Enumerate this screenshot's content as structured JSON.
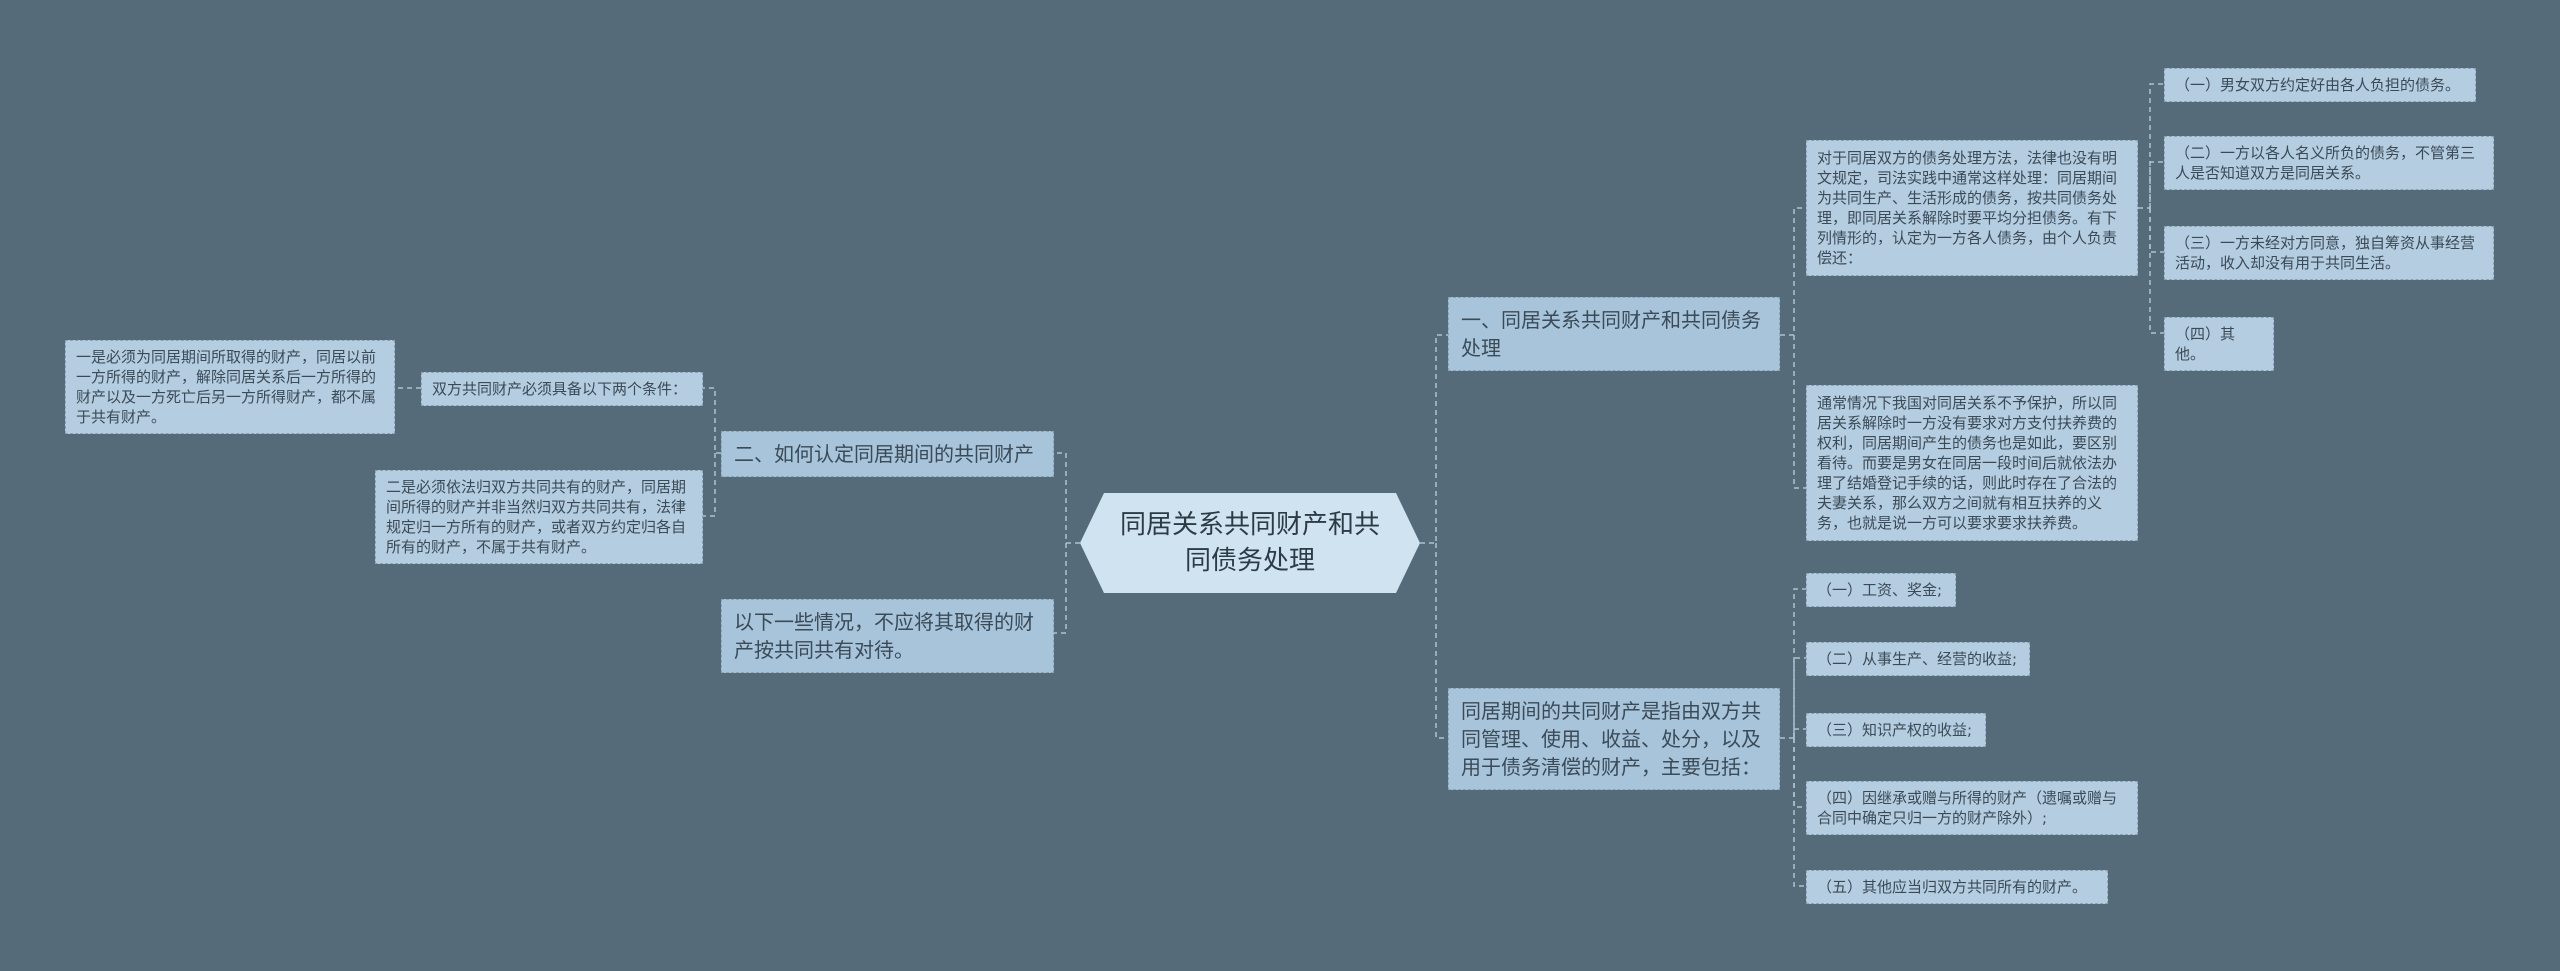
{
  "root": {
    "title": "同居关系共同财产和共同债务处理"
  },
  "right": {
    "debt": {
      "label": "一、同居关系共同财产和共同债务处理",
      "intro": "对于同居双方的债务处理方法，法律也没有明文规定，司法实践中通常这样处理：同居期间为共同生产、生活形成的债务，按共同债务处理，即同居关系解除时要平均分担债务。有下列情形的，认定为一方各人债务，由个人负责偿还：",
      "items": [
        "（一）男女双方约定好由各人负担的债务。",
        "（二）一方以各人名义所负的债务，不管第三人是否知道双方是同居关系。",
        "（三）一方未经对方同意，独自筹资从事经营活动，收入却没有用于共同生活。",
        "（四）其他。"
      ],
      "support": "通常情况下我国对同居关系不予保护，所以同居关系解除时一方没有要求对方支付扶养费的权利，同居期间产生的债务也是如此，要区别看待。而要是男女在同居一段时间后就依法办理了结婚登记手续的话，则此时存在了合法的夫妻关系，那么双方之间就有相互扶养的义务，也就是说一方可以要求要求扶养费。"
    },
    "property": {
      "label": "同居期间的共同财产是指由双方共同管理、使用、收益、处分，以及用于债务清偿的财产，主要包括：",
      "items": [
        "（一）工资、奖金;",
        "（二）从事生产、经营的收益;",
        "（三）知识产权的收益;",
        "（四）因继承或赠与所得的财产（遗嘱或赠与合同中确定只归一方的财产除外）;",
        "（五）其他应当归双方共同所有的财产。"
      ]
    }
  },
  "left": {
    "identify": {
      "label": "二、如何认定同居期间的共同财产",
      "condition": "双方共同财产必须具备以下两个条件：",
      "cond1": "一是必须为同居期间所取得的财产，同居以前一方所得的财产，解除同居关系后一方所得的财产以及一方死亡后另一方所得财产，都不属于共有财产。",
      "cond2": "二是必须依法归双方共同共有的财产，同居期间所得的财产并非当然归双方共同共有，法律规定归一方所有的财产，或者双方约定归各自所有的财产，不属于共有财产。"
    },
    "exclusion": {
      "label": "以下一些情况，不应将其取得的财产按共同共有对待。"
    }
  },
  "colors": {
    "background": "#566b79",
    "root_fill": "#cfe3f0",
    "level1_fill": "#a8c4da",
    "leaf_fill": "#b5cde0",
    "border": "#8aa3b6",
    "text": "#3a4a57"
  }
}
